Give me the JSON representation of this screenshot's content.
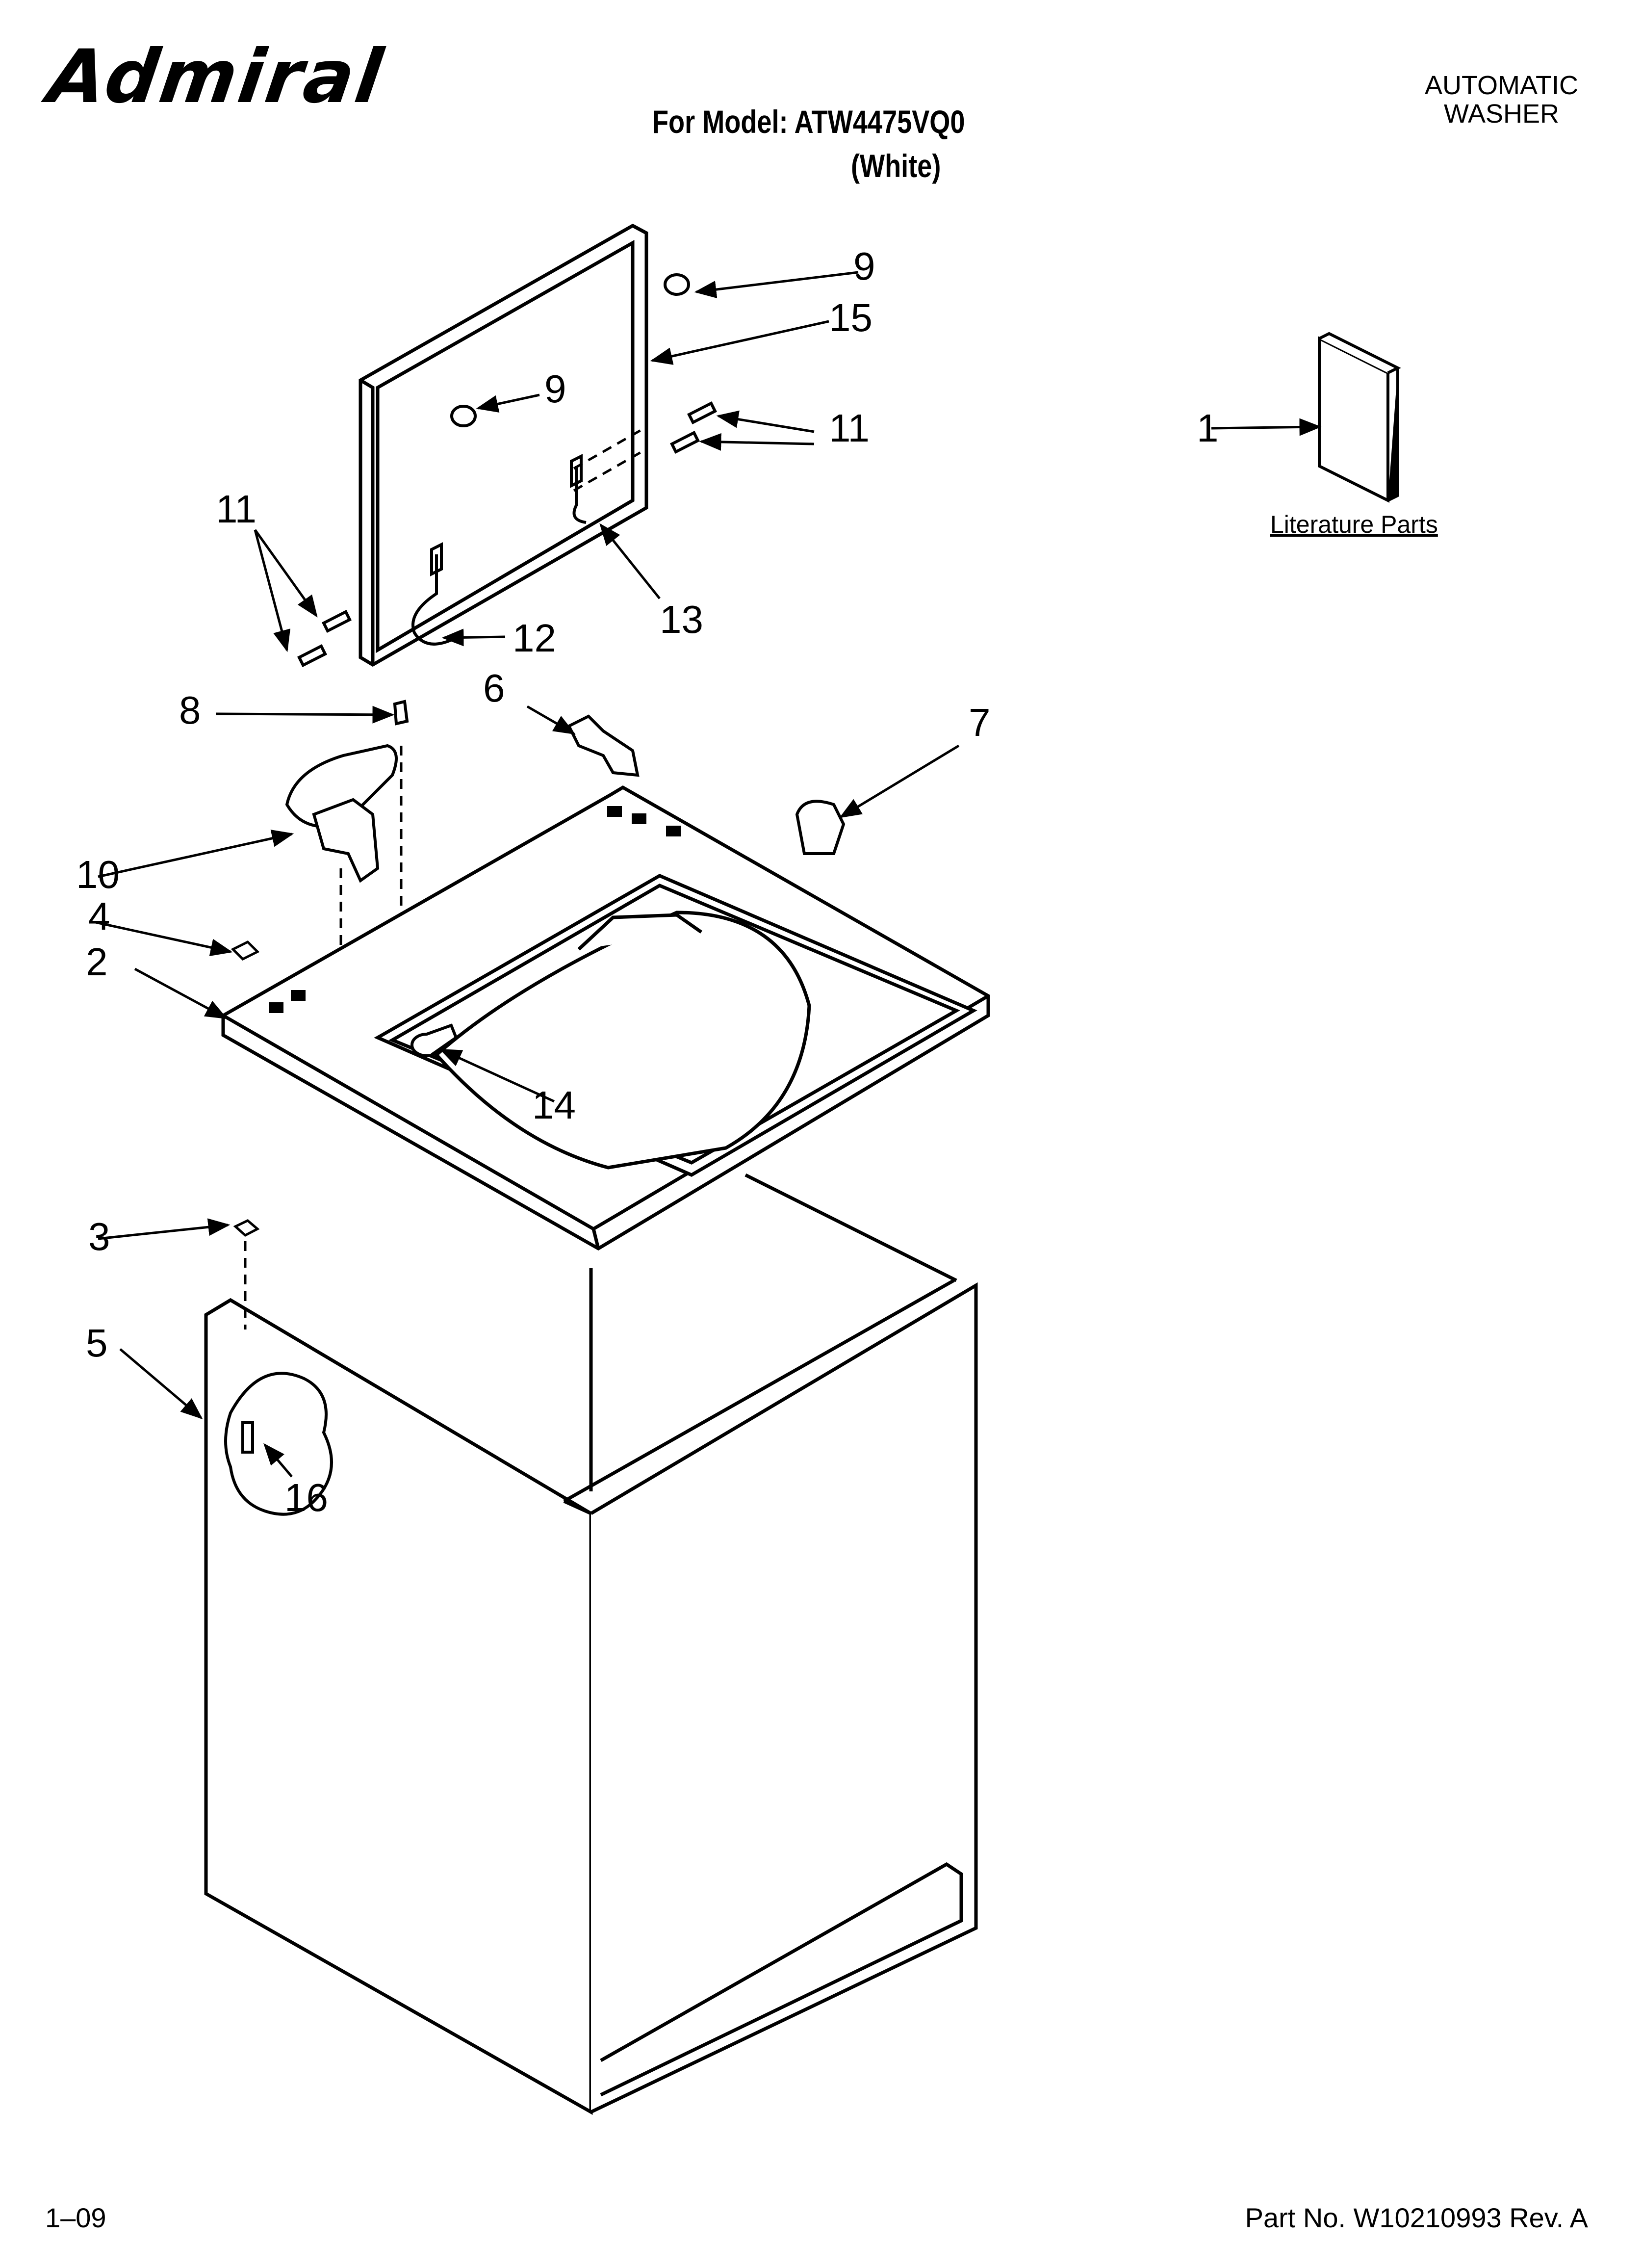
{
  "header": {
    "brand": "Admiral",
    "model_line": "For Model: ATW4475VQ0",
    "color_line": "(White)",
    "type_line1": "AUTOMATIC",
    "type_line2": "WASHER"
  },
  "literature": {
    "label": "Literature Parts"
  },
  "callouts": [
    "1",
    "2",
    "3",
    "4",
    "5",
    "6",
    "7",
    "8",
    "9",
    "9",
    "10",
    "11",
    "11",
    "12",
    "13",
    "14",
    "15",
    "16"
  ],
  "footer": {
    "date": "1–09",
    "part_number": "Part No. W10210993 Rev. A"
  }
}
